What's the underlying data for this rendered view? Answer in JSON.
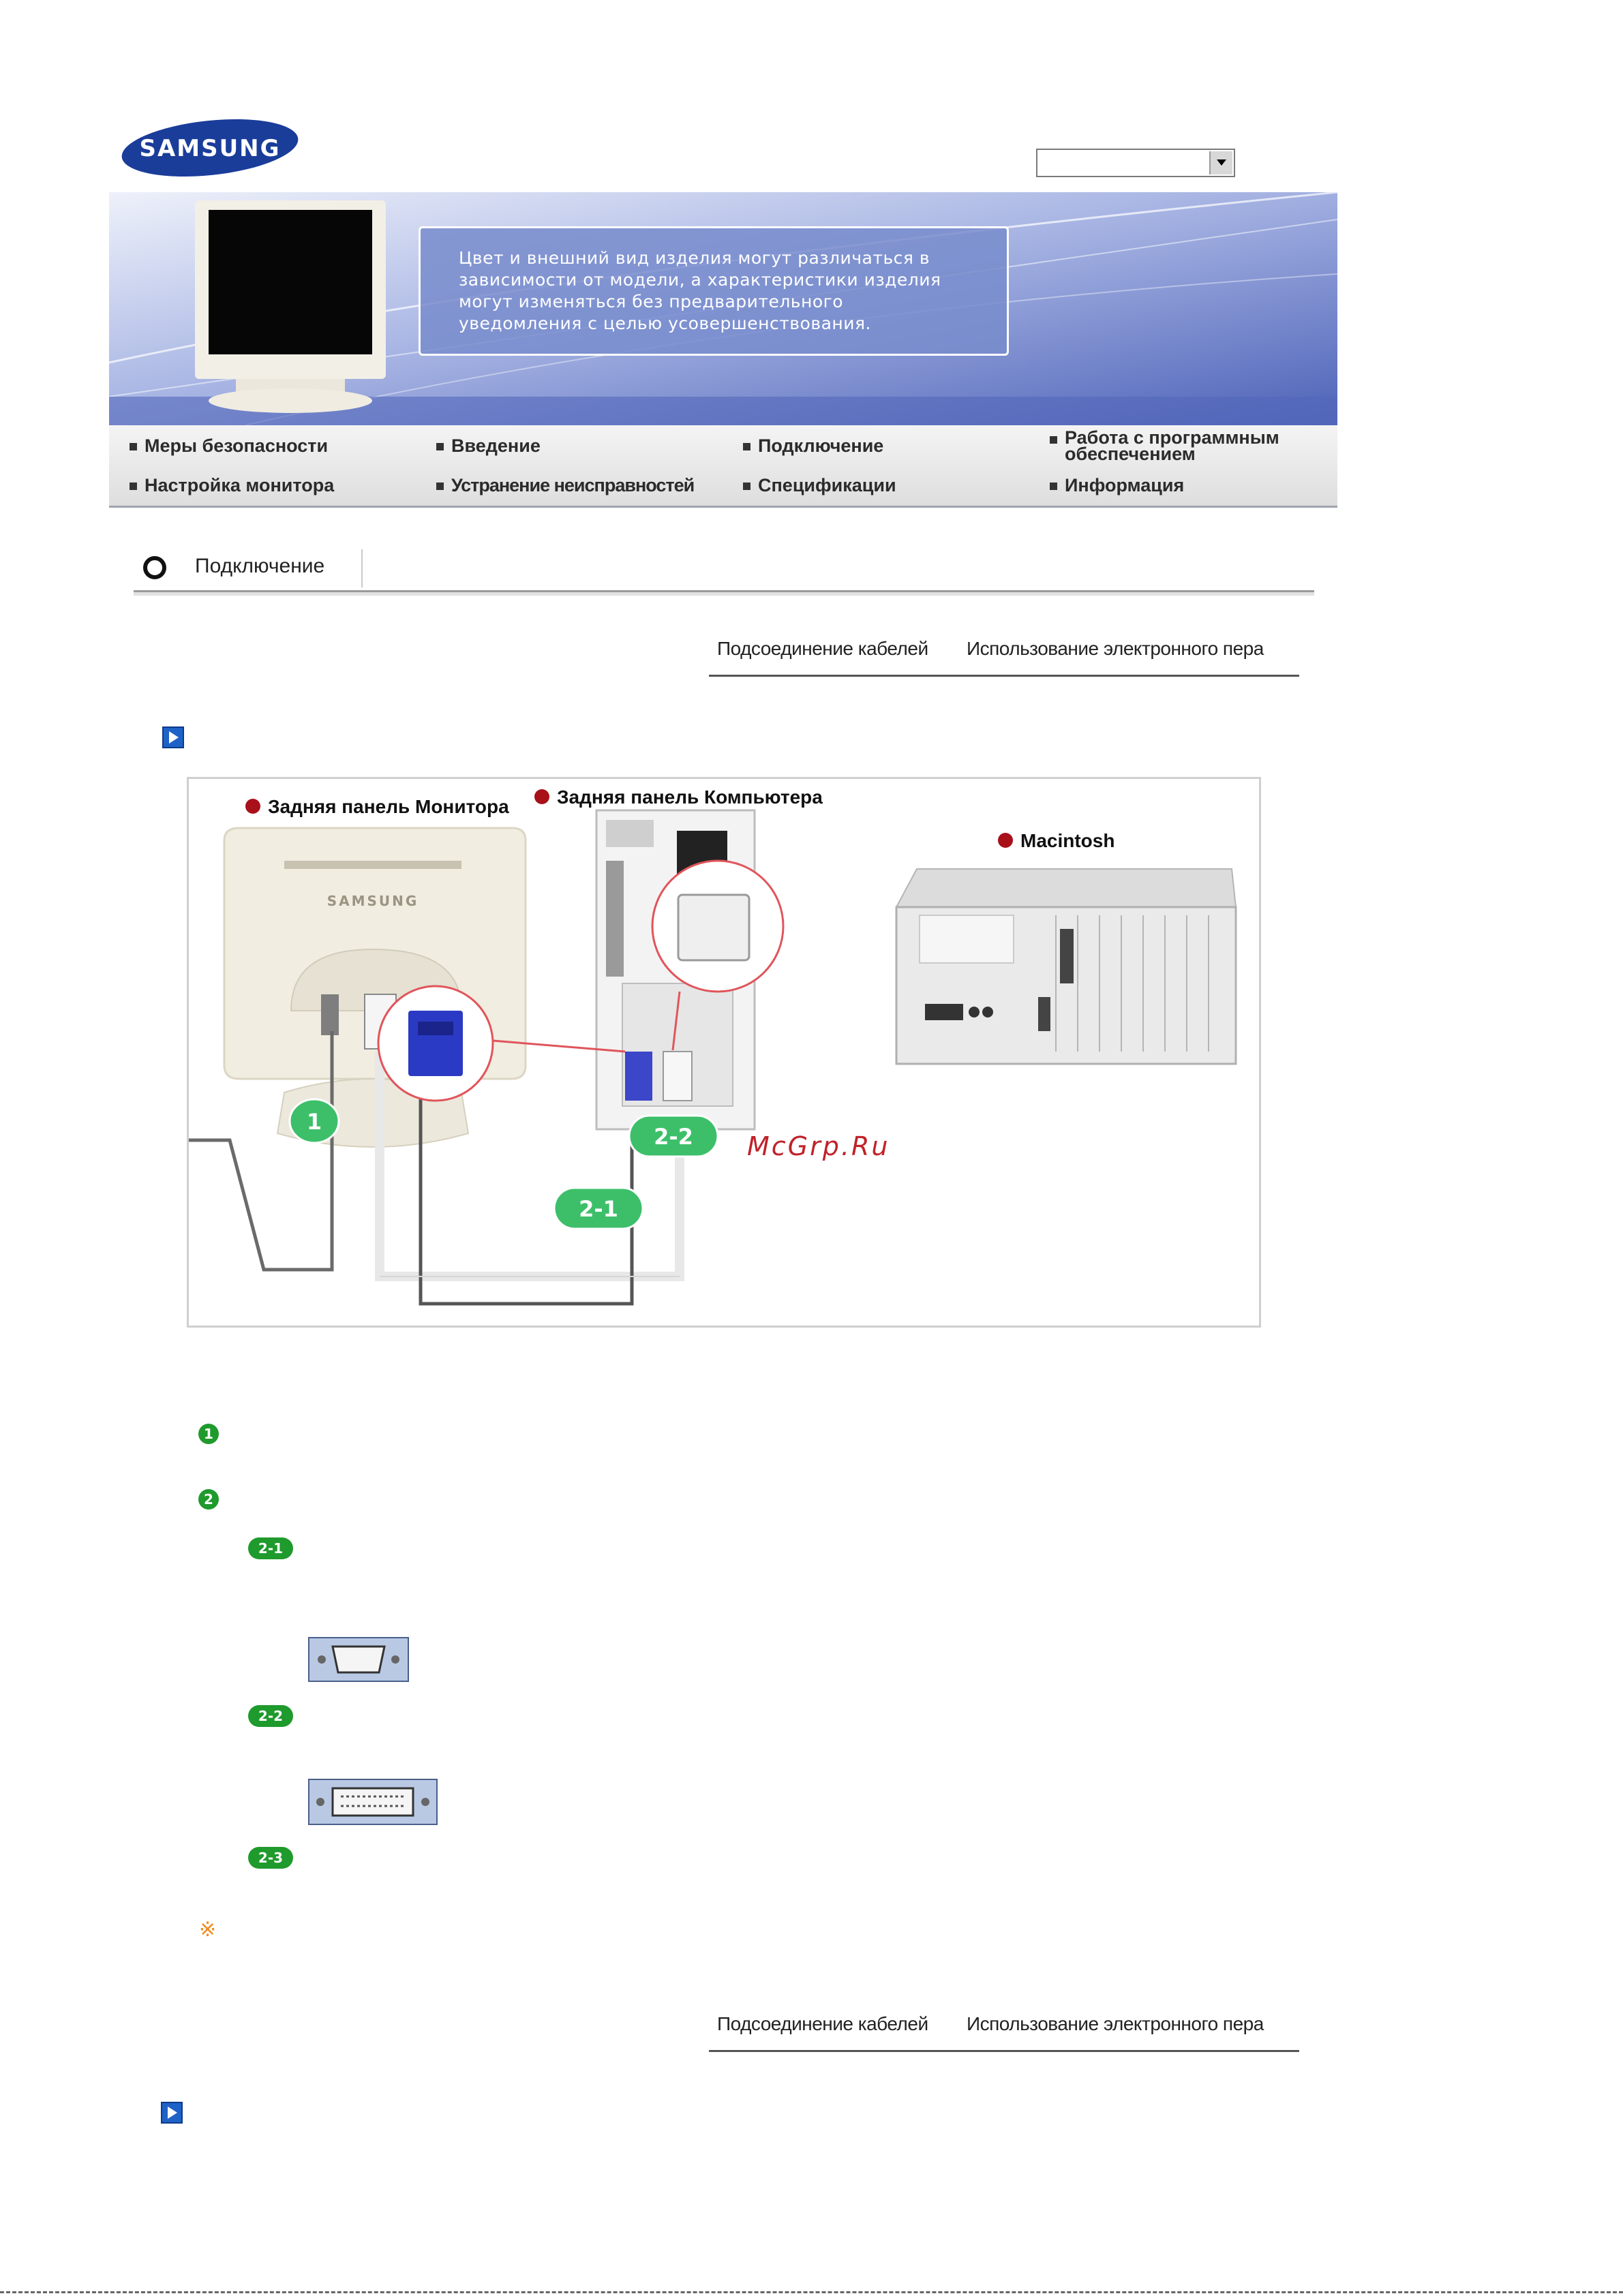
{
  "brand": {
    "logo_text": "SAMSUNG"
  },
  "language_select": {
    "value": ""
  },
  "banner": {
    "note": "Цвет и внешний вид изделия могут различаться в\nзависимости от модели, а характеристики изделия\nмогут изменяться без предварительного\nуведомления с целью усовершенствования."
  },
  "menu": {
    "items": [
      {
        "label": "Меры безопасности"
      },
      {
        "label": "Введение"
      },
      {
        "label": "Подключение"
      },
      {
        "label": "Работа с программным\nобеспечением"
      },
      {
        "label": "Настройка монитора"
      },
      {
        "label": "Устранение неисправностей"
      },
      {
        "label": "Спецификации"
      },
      {
        "label": "Информация"
      }
    ]
  },
  "section": {
    "title": "Подключение"
  },
  "tabs": [
    {
      "label": "Подсоединение кабелей"
    },
    {
      "label": "Использование электронного пера"
    }
  ],
  "diagram": {
    "labels": {
      "monitor_back": "Задняя панель Монитора",
      "computer_back": "Задняя панель Компьютера",
      "macintosh": "Macintosh",
      "monitor_brand": "SAMSUNG"
    },
    "callouts": [
      "1",
      "2-2",
      "2-1"
    ]
  },
  "watermark": "McGrp.Ru",
  "steps": {
    "badges": [
      "2-1",
      "2-2",
      "2-3"
    ]
  },
  "note_mark": "※",
  "colors": {
    "banner_blue": "#5d72c2",
    "callout_green": "#3dbf6a",
    "step_green": "#1f9a2c",
    "note_orange": "#f08a20",
    "watermark_red": "#c0222a"
  }
}
